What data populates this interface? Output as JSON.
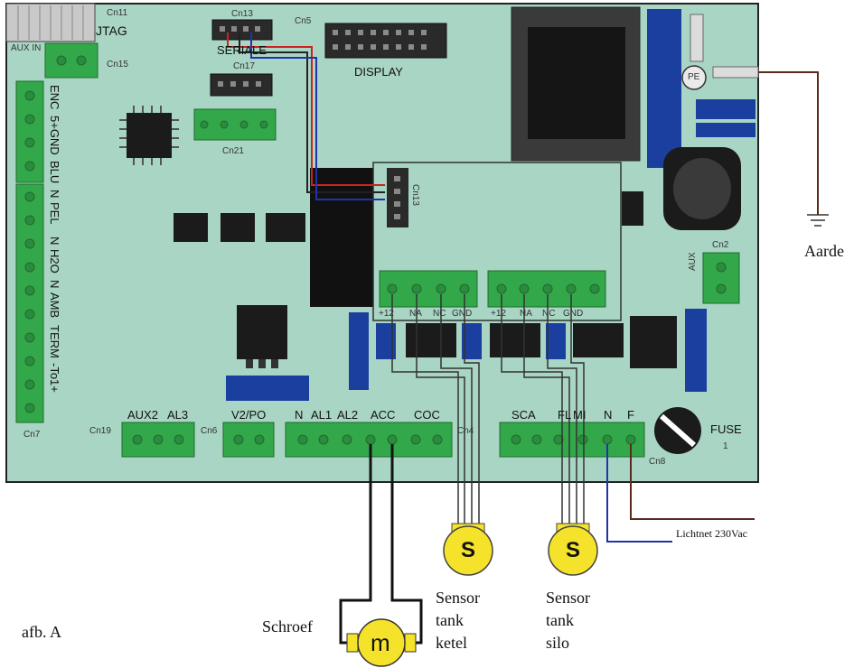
{
  "board": {
    "labels": {
      "jtag": "JTAG",
      "cn11": "Cn11",
      "aux_in": "AUX IN",
      "cn15": "Cn15",
      "cn13_top": "Cn13",
      "seriale": "SERIALE",
      "cn5": "Cn5",
      "display": "DISPLAY",
      "cn17": "Cn17",
      "cn21": "Cn21",
      "cn13_module": "Cn13",
      "cn2": "Cn2",
      "aux": "AUX",
      "pe": "PE",
      "fuse": "FUSE",
      "fuse_num": "1",
      "cn7": "Cn7",
      "cn19": "Cn19",
      "cn6": "Cn6",
      "cn4": "Cn4",
      "cn8": "Cn8"
    },
    "left_terminal": [
      "ENC",
      "5+GND",
      "BLU",
      "N",
      "PEL",
      "N",
      "H2O",
      "N",
      "AMB",
      "TERM",
      "-To1+"
    ],
    "bottom_terminals": [
      "AUX2",
      "AL3",
      "V2/PO",
      "N",
      "AL1",
      "AL2",
      "ACC",
      "COC",
      "SCA",
      "FL",
      "MI",
      "N",
      "F"
    ],
    "relay_labels_left": [
      "+12",
      "NA",
      "NC",
      "GND"
    ],
    "relay_labels_right": [
      "+12",
      "NA",
      "NC",
      "GND"
    ]
  },
  "external": {
    "aarde": "Aarde",
    "lichtnet": "Lichtnet 230Vac",
    "schroef": "Schroef",
    "motor_symbol": "m",
    "sensor_symbol": "S",
    "sensor_ketel": [
      "Sensor",
      "tank",
      "ketel"
    ],
    "sensor_silo": [
      "Sensor",
      "tank",
      "silo"
    ]
  },
  "figure_label": "afb. A",
  "colors": {
    "board": "#a9d5c4",
    "terminal": "#33a84a",
    "blue": "#1a3f9e",
    "black": "#111111",
    "sensor": "#f5e22a",
    "wire_red": "#cc2222",
    "wire_blue": "#2233aa",
    "wire_brown": "#5a2a1c"
  }
}
